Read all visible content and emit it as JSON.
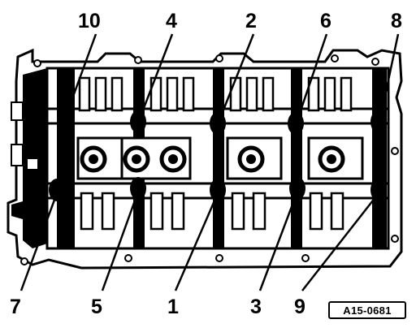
{
  "diagram": {
    "reference_code": "A15-0681",
    "callouts_top": [
      "10",
      "4",
      "2",
      "6",
      "8"
    ],
    "callouts_bottom": [
      "7",
      "5",
      "1",
      "3",
      "9"
    ]
  },
  "colors": {
    "ink": "#000000",
    "paper": "#ffffff"
  }
}
